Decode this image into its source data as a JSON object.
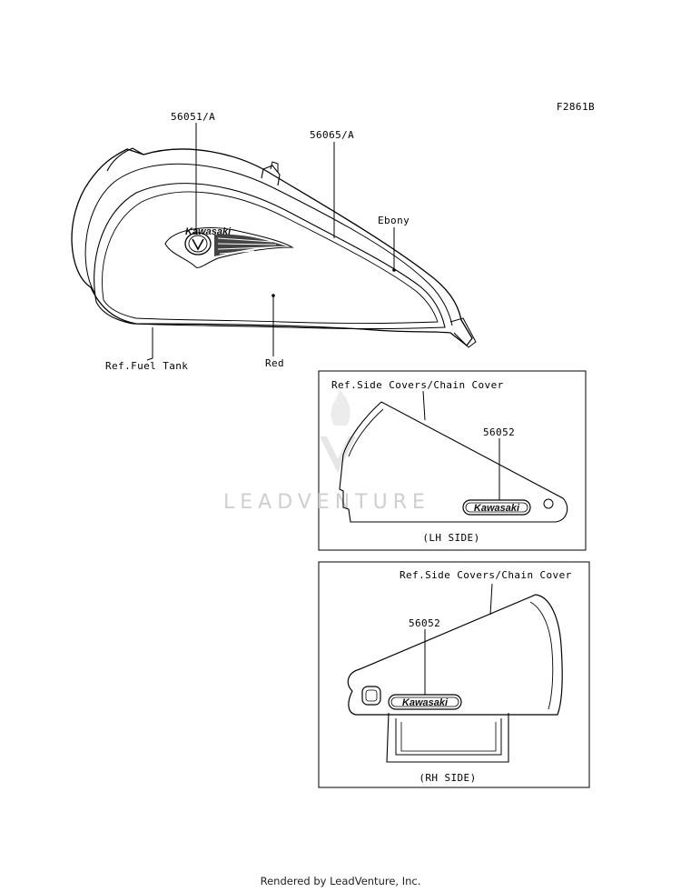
{
  "diagram_id": "F2861B",
  "labels": {
    "emblem_part": "56051/A",
    "stripe_part": "56065/A",
    "color_upper": "Ebony",
    "color_lower": "Red",
    "ref_fuel_tank": "Ref.Fuel Tank",
    "lh_ref": "Ref.Side Covers/Chain Cover",
    "lh_part": "56052",
    "lh_caption": "(LH SIDE)",
    "rh_ref": "Ref.Side Covers/Chain Cover",
    "rh_part": "56052",
    "rh_caption": "(RH SIDE)",
    "decal_brand": "Kawasaki",
    "emblem_text": "Kawasaki"
  },
  "watermark": "LEADVENTURE",
  "footer": "Rendered by LeadVenture, Inc."
}
